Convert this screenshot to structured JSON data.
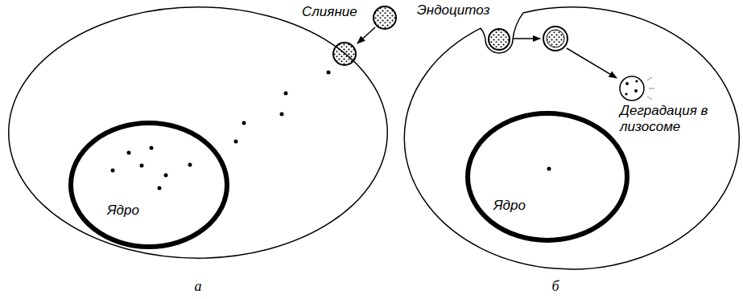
{
  "diagram": {
    "nodes": [
      {
        "text": [
          "а"
        ]
      },
      {
        "text": [
          "Ядро"
        ],
        "in": 0
      },
      {
        "text": [
          "б"
        ]
      },
      {
        "text": [
          "Ядро"
        ],
        "in": 2
      }
    ],
    "labels": [
      "Слияние",
      "Эндоцитоз",
      "Деградация в лизосоме"
    ]
  }
}
